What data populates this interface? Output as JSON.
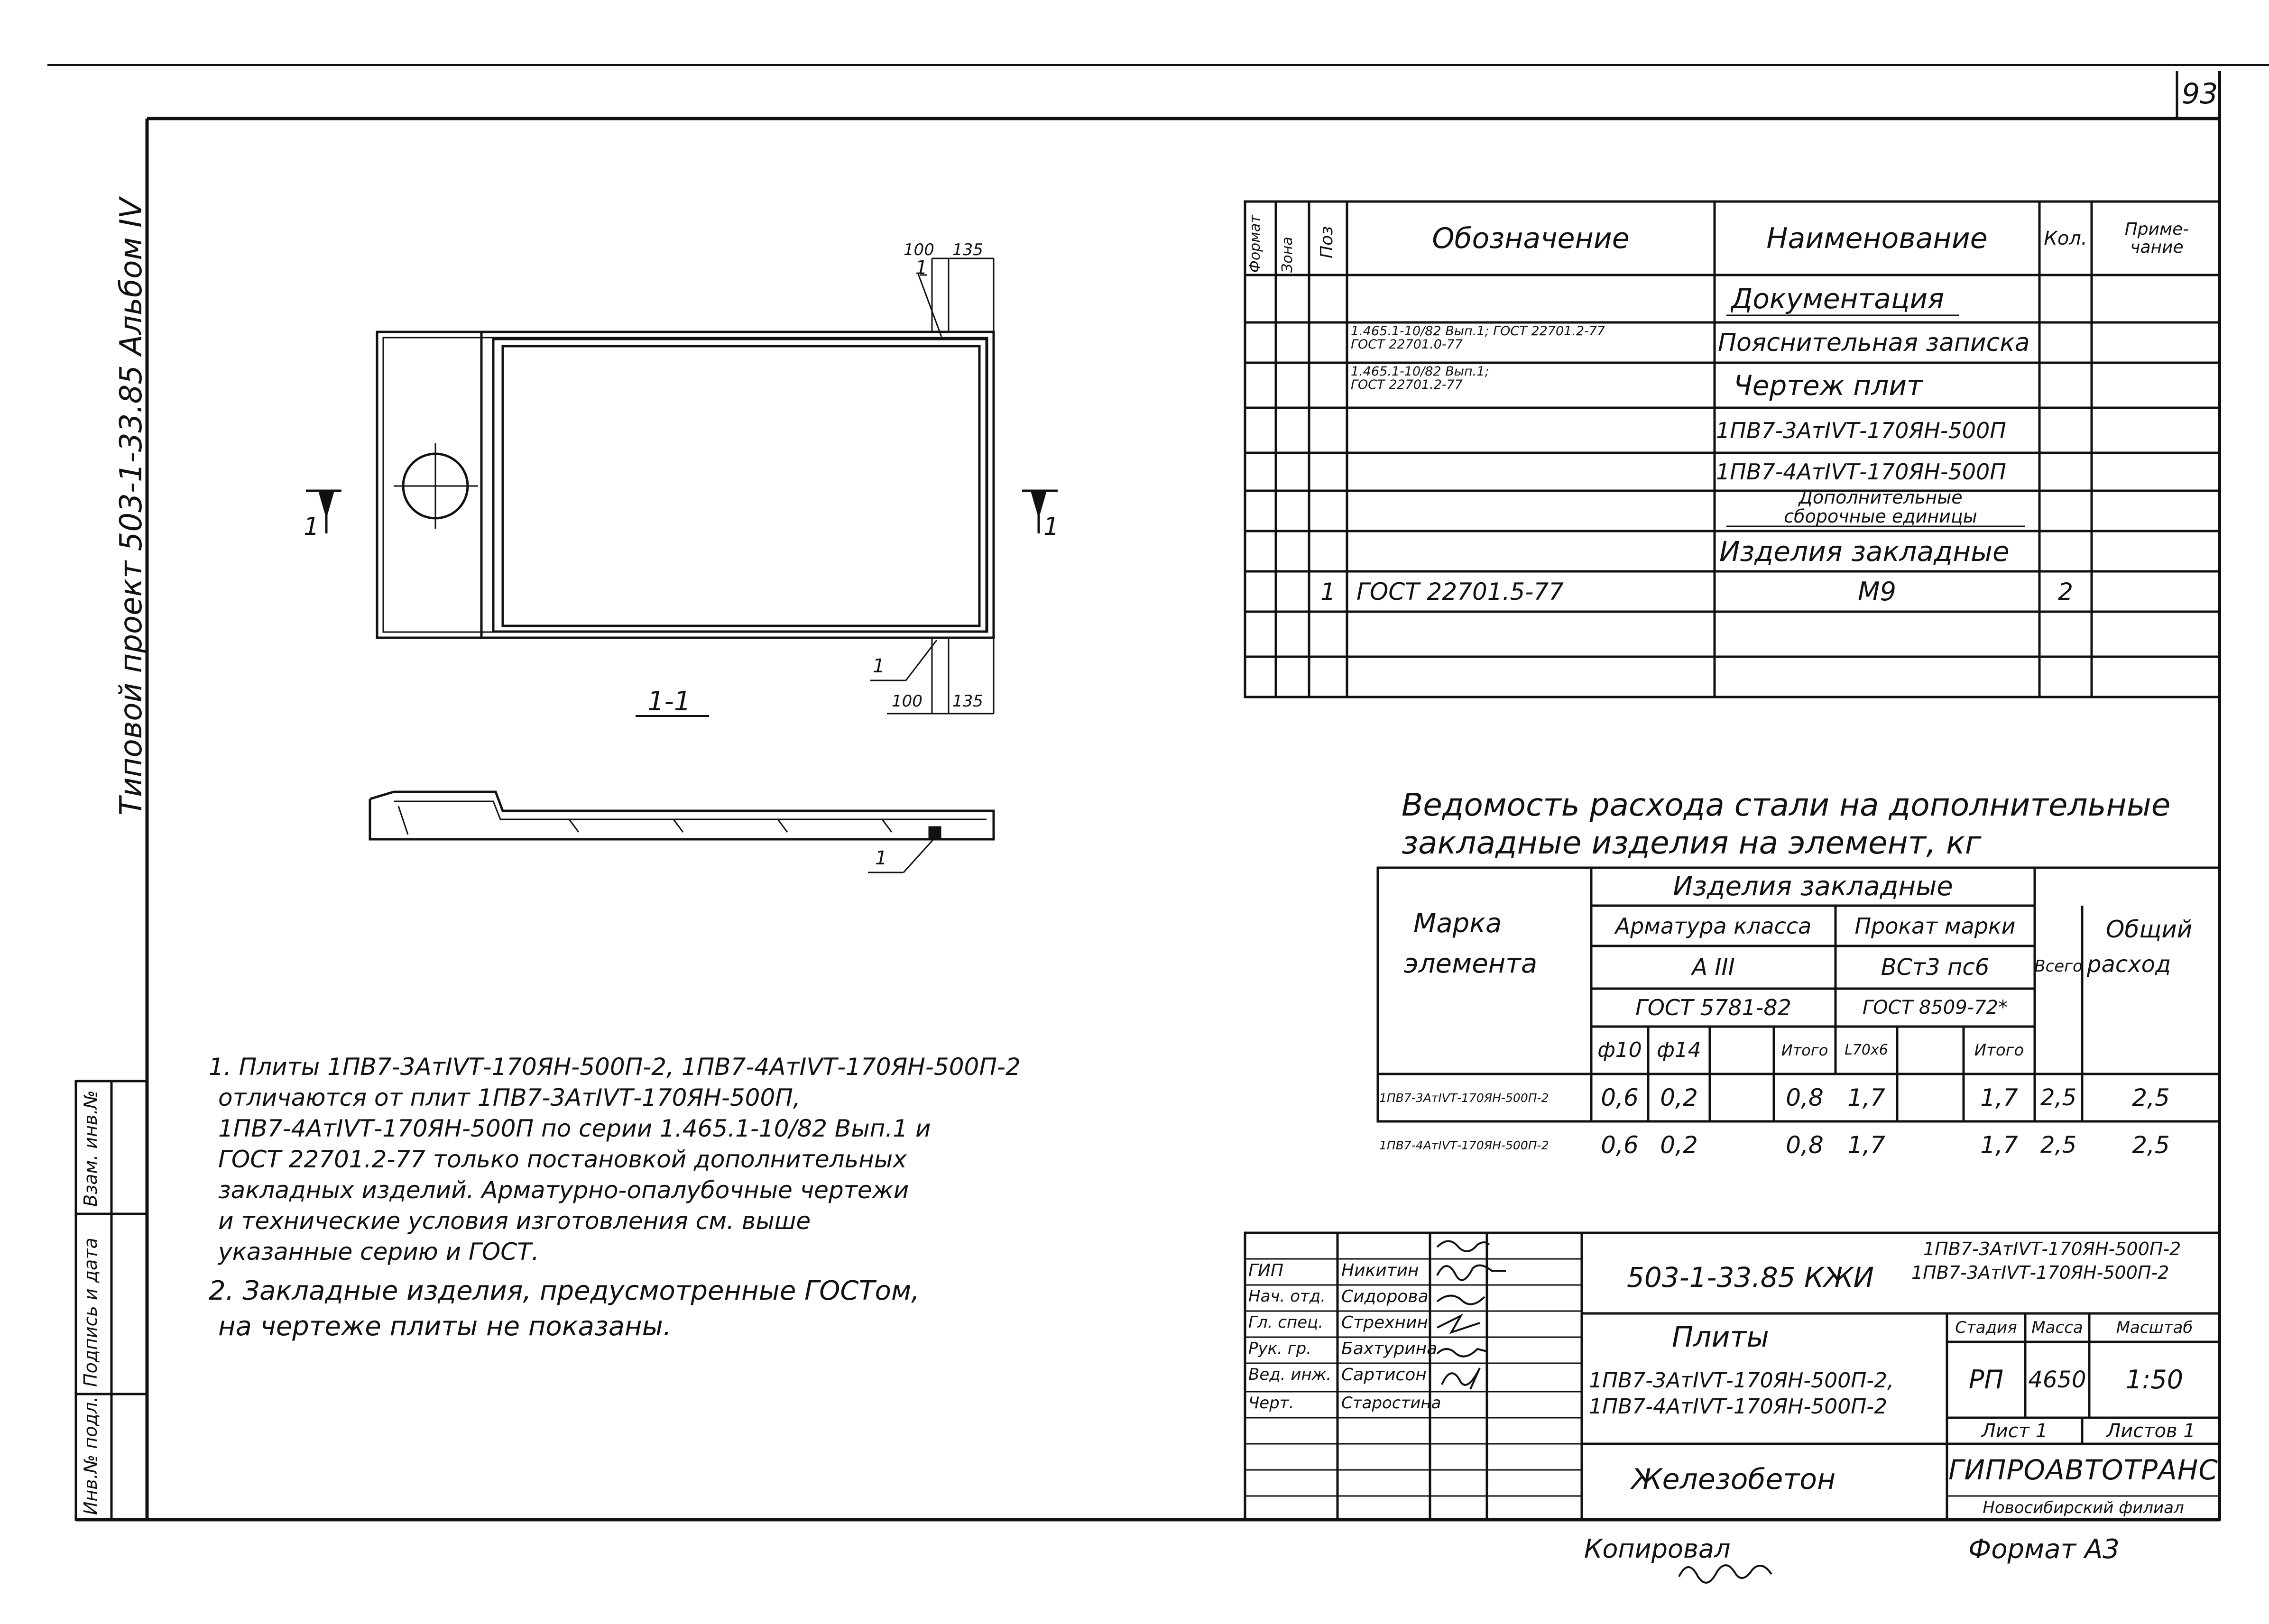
{
  "sheet": {
    "page_number": "93",
    "side_title": "Типовой проект 503-1-33.85  Альбом IV",
    "side_stamp": [
      "Инв.№ подл.",
      "Подпись и дата",
      "Взам. инв.№"
    ],
    "copied_by": "Копировал",
    "format": "Формат А3"
  },
  "plan": {
    "section_mark": "1",
    "section_label": "1-1",
    "pos_mark": "1",
    "dim_100": "100",
    "dim_135": "135"
  },
  "spec": {
    "headers": {
      "format": "Формат",
      "zone": "Зона",
      "pos": "Поз",
      "designation": "Обозначение",
      "name": "Наименование",
      "qty": "Кол.",
      "note": "Приме-\nчание"
    },
    "rows": [
      {
        "pos": "",
        "designation": "",
        "name": "Документация",
        "qty": ""
      },
      {
        "pos": "",
        "designation": "1.465.1-10/82 Вып.1; ГОСТ 22701.2-77\nГОСТ 22701.0-77",
        "name": "Пояснительная записка",
        "qty": ""
      },
      {
        "pos": "",
        "designation": "1.465.1-10/82 Вып.1;\nГОСТ 22701.2-77",
        "name": "Чертеж плит",
        "qty": ""
      },
      {
        "pos": "",
        "designation": "",
        "name": "1ПВ7-3АтIVТ-170ЯН-500П",
        "qty": ""
      },
      {
        "pos": "",
        "designation": "",
        "name": "1ПВ7-4АтIVТ-170ЯН-500П",
        "qty": ""
      },
      {
        "pos": "",
        "designation": "",
        "name": "Дополнительные\nсборочные единицы",
        "qty": ""
      },
      {
        "pos": "",
        "designation": "",
        "name": "Изделия закладные",
        "qty": ""
      },
      {
        "pos": "1",
        "designation": "ГОСТ 22701.5-77",
        "name": "М9",
        "qty": "2"
      }
    ]
  },
  "steel": {
    "title": [
      "Ведомость расхода стали на дополнительные",
      "закладные изделия на элемент, кг"
    ],
    "h_mark": [
      "Марка",
      "элемента"
    ],
    "h_items": "Изделия закладные",
    "h_rebar": "Арматура класса",
    "h_rolled": "Прокат марки",
    "h_rebar_class": "А III",
    "h_steel_grade": "ВСт3 пс6",
    "h_rebar_gost": "ГОСТ 5781-82",
    "h_rolled_gost": "ГОСТ 8509-72*",
    "h_total": "Всего",
    "h_overall": [
      "Общий",
      "расход"
    ],
    "sub": [
      "ф10",
      "ф14",
      "",
      "Итого",
      "L70x6",
      "",
      "Итого"
    ],
    "rows": [
      [
        "1ПВ7-3АтIVТ-170ЯН-500П-2",
        "0,6",
        "0,2",
        "",
        "0,8",
        "1,7",
        "",
        "1,7",
        "2,5",
        "2,5"
      ],
      [
        "1ПВ7-4АтIVТ-170ЯН-500П-2",
        "0,6",
        "0,2",
        "",
        "0,8",
        "1,7",
        "",
        "1,7",
        "2,5",
        "2,5"
      ]
    ]
  },
  "notes": [
    "1. Плиты 1ПВ7-3АтIVТ-170ЯН-500П-2, 1ПВ7-4АтIVТ-170ЯН-500П-2",
    "   отличаются от плит 1ПВ7-3АтIVТ-170ЯН-500П,",
    "   1ПВ7-4АтIVТ-170ЯН-500П по серии 1.465.1-10/82 Вып.1 и",
    "   ГОСТ 22701.2-77 только постановкой дополнительных",
    "   закладных изделий. Арматурно-опалубочные чертежи",
    "   и технические условия изготовления см. выше",
    "   указанные серию и ГОСТ.",
    "2. Закладные изделия, предусмотренные ГОСТом,",
    "   на чертеже плиты не показаны."
  ],
  "title_block": {
    "code": "503-1-33.85  КЖИ",
    "marks": [
      "1ПВ7-3АтIVТ-170ЯН-500П-2",
      "1ПВ7-3АтIVТ-170ЯН-500П-2"
    ],
    "staff": [
      {
        "role": "ГИП",
        "name": "Никитин"
      },
      {
        "role": "Нач. отд.",
        "name": "Сидорова"
      },
      {
        "role": "Гл. спец.",
        "name": "Стрехнин"
      },
      {
        "role": "Рук. гр.",
        "name": "Бахтурина"
      },
      {
        "role": "Вед. инж.",
        "name": "Сартисон"
      },
      {
        "role": "Черт.",
        "name": "Старостина"
      }
    ],
    "doc_title": "Плиты",
    "doc_sub": [
      "1ПВ7-3АтIVТ-170ЯН-500П-2,",
      "1ПВ7-4АтIVТ-170ЯН-500П-2"
    ],
    "material": "Железобетон",
    "stage_h": "Стадия",
    "mass_h": "Масса",
    "scale_h": "Масштаб",
    "stage": "РП",
    "mass": "4650",
    "scale": "1:50",
    "sheet": "Лист 1",
    "sheets": "Листов 1",
    "org": "ГИПРОАВТОТРАНС",
    "org_sub": "Новосибирский филиал"
  }
}
